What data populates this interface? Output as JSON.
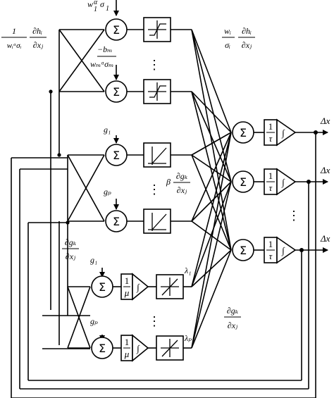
{
  "diagram": {
    "summing_symbol": "Σ",
    "integrator_symbol": "∫",
    "one": "1",
    "tau": "τ",
    "mu": "μ",
    "dots": "⋮",
    "labels": {
      "top_input": "w",
      "top_input_sup": "α",
      "top_input_sub": "1",
      "top_sigma": "σ",
      "top_sigma_sub": "1",
      "left_coeff_num": "1",
      "left_coeff_den": "wᵢᵅσᵢ",
      "left_grad_num": "∂hᵢ",
      "left_grad_den": "∂xⱼ",
      "bm": "−bₘ",
      "wm": "wₘᵅσₘ",
      "wi_frac_num": "wᵢ",
      "wi_frac_den": "σᵢ",
      "wi_grad_num": "∂hᵢ",
      "wi_grad_den": "∂xⱼ",
      "g1_top": "g₁",
      "gp_top": "gₚ",
      "beta": "β",
      "beta_grad_num": "∂gₖ",
      "beta_grad_den": "∂xⱼ",
      "left_g_grad_num": "∂gₖ",
      "left_g_grad_den": "∂xⱼ",
      "g1_bottom": "g₁",
      "gp_bottom": "gₚ",
      "lambda1": "λ₁",
      "lambdap": "λₚ",
      "bottom_grad_num": "∂gₖ",
      "bottom_grad_den": "∂xⱼ",
      "out1": "Δx",
      "out2": "Δx",
      "out3": "Δx"
    }
  }
}
